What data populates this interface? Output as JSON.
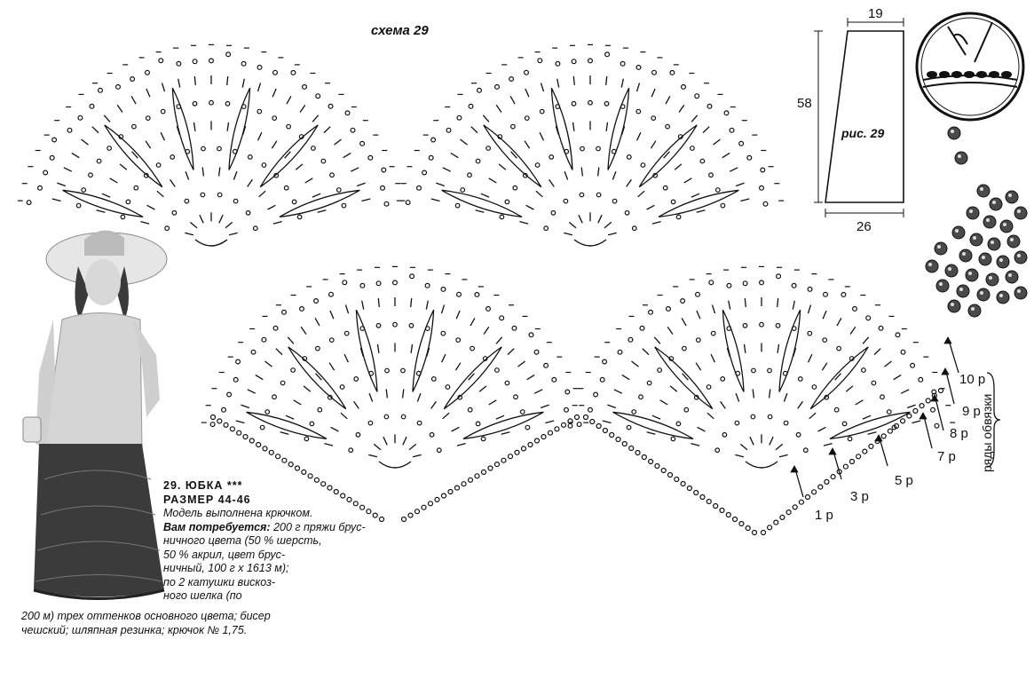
{
  "scheme_title": "схема 29",
  "figure": {
    "label": "рис. 29",
    "top_width": "19",
    "bottom_width": "26",
    "height": "58"
  },
  "rows": {
    "r1": "1 р",
    "r3": "3 р",
    "r5": "5 р",
    "r7": "7 р",
    "r8": "8 р",
    "r9": "9 р",
    "r10": "10 р",
    "edge_rows": "ряды обвязки"
  },
  "description": {
    "title": "29. ЮБКА  ***",
    "size": "РАЗМЕР  44-46",
    "line1": "Модель выполнена крючком.",
    "needed_label": "Вам потребуется:",
    "line2": " 200 г пряжи брус-",
    "line3": "ничного цвета (50 % шерсть,",
    "line4": "50 % акрил, цвет брус-",
    "line5": "ничный, 100 г х 1613 м);",
    "line6": "по 2 катушки вискоз-",
    "line7": "ного шелка (по",
    "line8": "200 м) трех оттенков основного цвета; бисер",
    "line9": "чешский; шляпная резинка; крючок № 1,75."
  },
  "icons": [
    "crochet-hook-icon",
    "beads-icon"
  ],
  "colors": {
    "ink": "#111111",
    "paper": "#ffffff",
    "photo_dark": "#2a2a2a"
  }
}
